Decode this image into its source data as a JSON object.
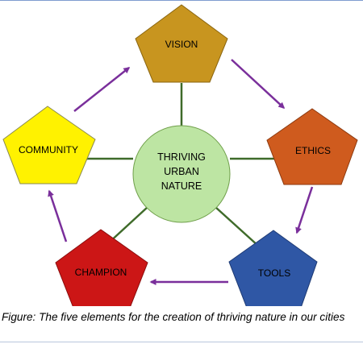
{
  "diagram": {
    "center": {
      "lines": [
        "THRIVING",
        "URBAN",
        "NATURE"
      ],
      "fill": "#bde5a3",
      "stroke": "#6f9f4a"
    },
    "nodes": [
      {
        "id": "vision",
        "label": "VISION",
        "fill": "#c8951f",
        "stroke": "#8a6510",
        "text_color": "#000000"
      },
      {
        "id": "ethics",
        "label": "ETHICS",
        "fill": "#cf5b1e",
        "stroke": "#8c3a10",
        "text_color": "#000000"
      },
      {
        "id": "tools",
        "label": "TOOLS",
        "fill": "#2f57a5",
        "stroke": "#1e3a73",
        "text_color": "#000000"
      },
      {
        "id": "champion",
        "label": "CHAMPION",
        "fill": "#cc1616",
        "stroke": "#8a0d0d",
        "text_color": "#000000"
      },
      {
        "id": "community",
        "label": "COMMUNITY",
        "fill": "#fff200",
        "stroke": "#8a8a50",
        "text_color": "#000000"
      }
    ],
    "connector_color": "#3f6b2a",
    "arrow_color": "#7a2f9b"
  },
  "caption": {
    "text": "Figure: The five elements for the creation of thriving nature in our cities"
  }
}
